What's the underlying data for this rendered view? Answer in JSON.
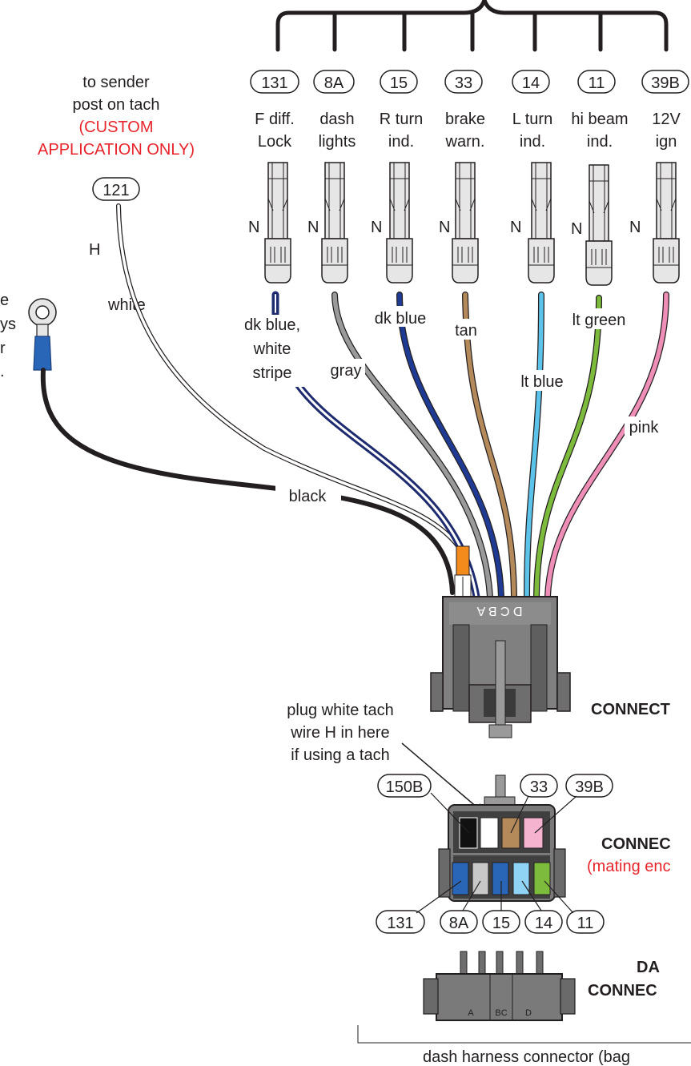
{
  "sender_note": {
    "line1": "to sender",
    "line2": "post on tach",
    "line3": "(CUSTOM",
    "line4": "APPLICATION ONLY)",
    "circuit": "121",
    "wire_letter": "H",
    "wire_color": "white"
  },
  "left_edge_fragments": [
    "e",
    "ys",
    "r",
    "."
  ],
  "terminals": [
    {
      "circuit": "131",
      "line1": "F diff.",
      "line2": "Lock",
      "n": "N",
      "wire": "dk blue, white stripe",
      "color_hex": "#1e2b6e"
    },
    {
      "circuit": "8A",
      "line1": "dash",
      "line2": "lights",
      "n": "N",
      "wire": "gray",
      "color_hex": "#9a9a9a"
    },
    {
      "circuit": "15",
      "line1": "R turn",
      "line2": "ind.",
      "n": "N",
      "wire": "dk blue",
      "color_hex": "#1f3a93"
    },
    {
      "circuit": "33",
      "line1": "brake",
      "line2": "warn.",
      "n": "N",
      "wire": "tan",
      "color_hex": "#b58a5a"
    },
    {
      "circuit": "14",
      "line1": "L turn",
      "line2": "ind.",
      "n": "N",
      "wire": "lt blue",
      "color_hex": "#5cc3ea"
    },
    {
      "circuit": "11",
      "line1": "hi beam",
      "line2": "ind.",
      "n": "N",
      "wire": "lt green",
      "color_hex": "#7dbb3c"
    },
    {
      "circuit": "39B",
      "line1": "12V",
      "line2": "ign",
      "n": "N",
      "wire": "pink",
      "color_hex": "#ef8fb8"
    }
  ],
  "wire_labels": {
    "dk_blue_white_1": "dk blue,",
    "dk_blue_white_2": "white",
    "dk_blue_white_3": "stripe",
    "gray": "gray",
    "dk_blue": "dk blue",
    "tan": "tan",
    "lt_blue": "lt blue",
    "lt_green": "lt green",
    "pink": "pink",
    "black": "black"
  },
  "connector_letters": "D C B A",
  "plug_note": {
    "line1": "plug white tach",
    "line2": "wire H in here",
    "line3": "if using a tach"
  },
  "connector_labels": {
    "upper": "CONNECT",
    "lower": "CONNEC",
    "lower_sub": "(mating enc",
    "dash_1": "DA",
    "dash_2": "CONNEC"
  },
  "mating_top_circuits": [
    "150B",
    "33",
    "39B"
  ],
  "mating_bottom_circuits": [
    "131",
    "8A",
    "15",
    "14",
    "11"
  ],
  "dash_letters": {
    "a": "A",
    "bc": "BC",
    "d": "D"
  },
  "footer": "dash harness connector (bag"
}
